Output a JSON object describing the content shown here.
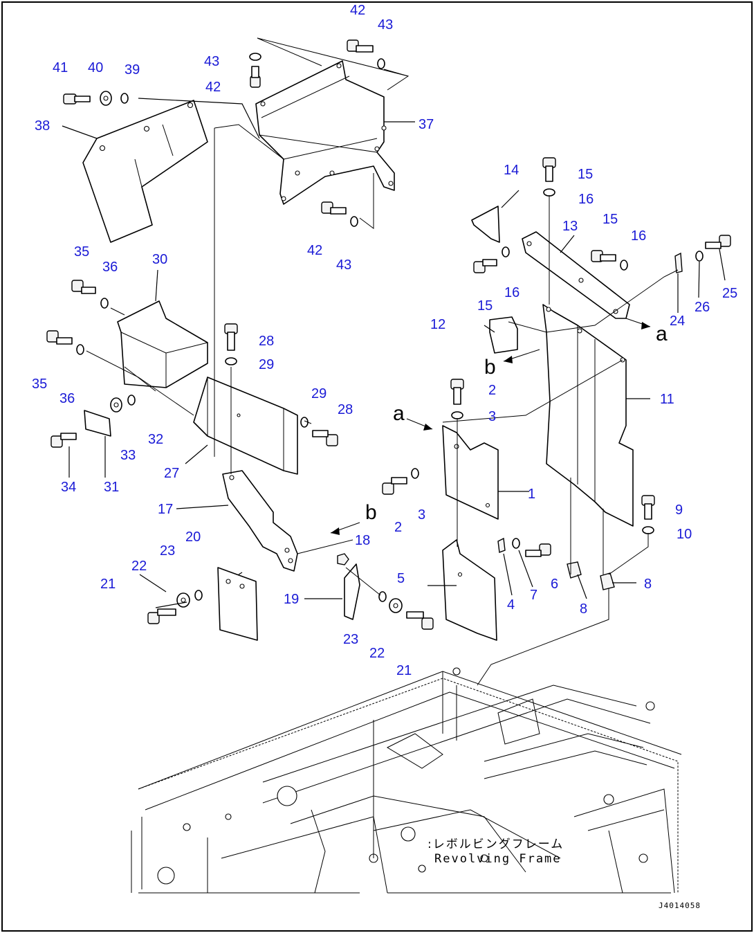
{
  "callouts": [
    "1",
    "2",
    "3",
    "4",
    "5",
    "6",
    "7",
    "8",
    "9",
    "10",
    "11",
    "12",
    "13",
    "14",
    "15",
    "16",
    "17",
    "18",
    "19",
    "20",
    "21",
    "22",
    "23",
    "24",
    "25",
    "26",
    "27",
    "28",
    "29",
    "30",
    "31",
    "32",
    "33",
    "34",
    "35",
    "36",
    "37",
    "38",
    "39",
    "40",
    "41",
    "42",
    "43"
  ],
  "reference_letters": [
    "a",
    "b"
  ],
  "frame_label_jp": ":レボルビングフレーム",
  "frame_label_en": "Revolving Frame",
  "drawing_id": "J4014058"
}
